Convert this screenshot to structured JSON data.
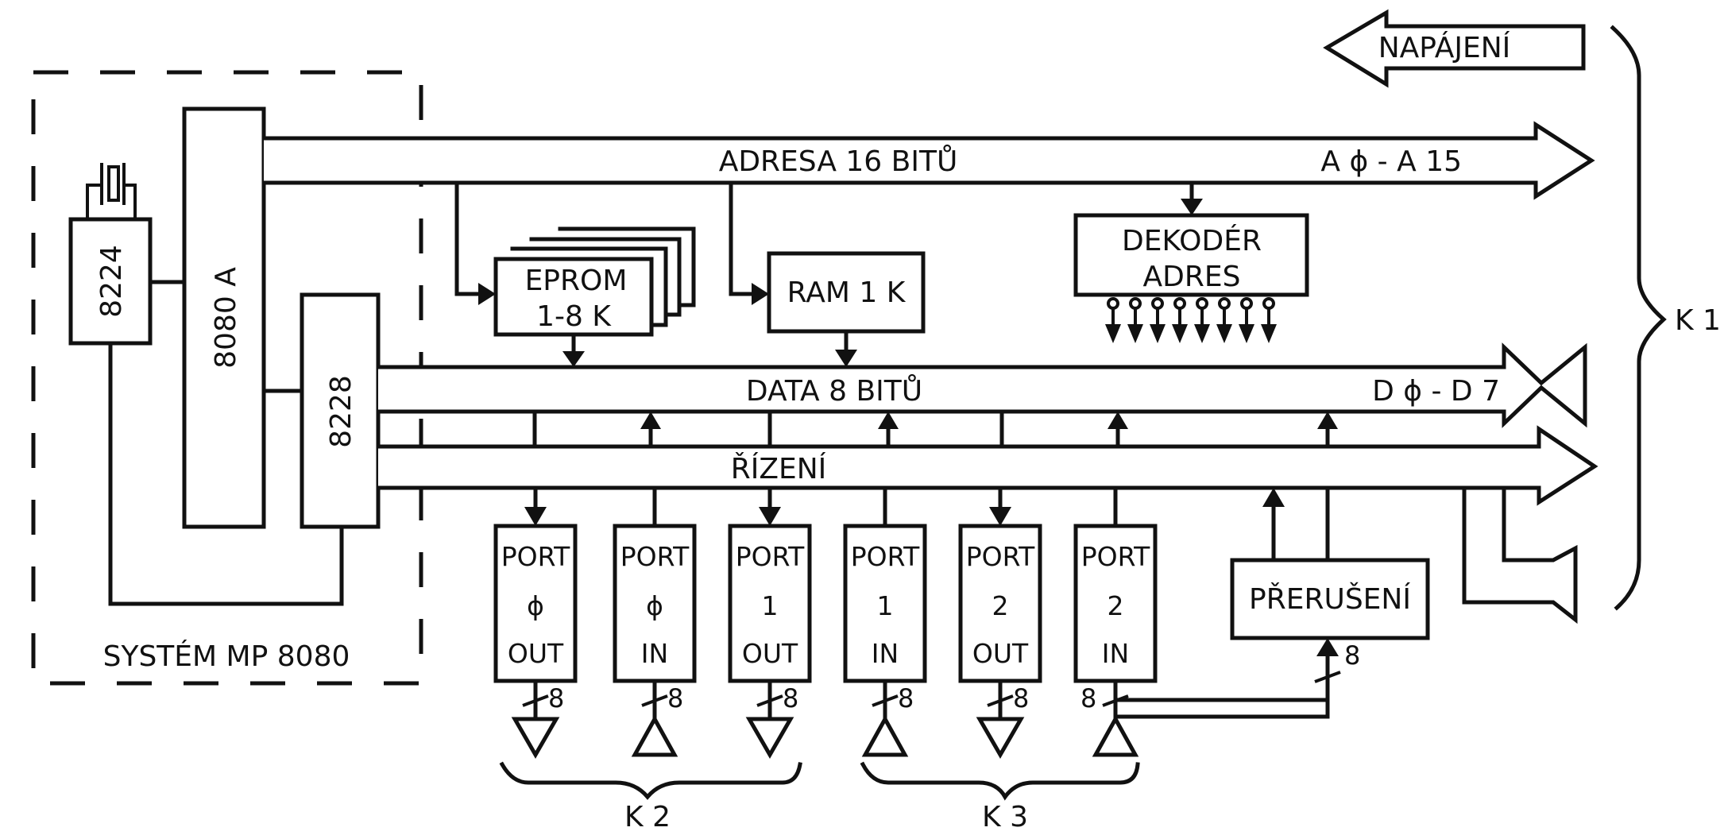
{
  "title": "Blokové schéma systému MP 8080",
  "system_block": {
    "label": "SYSTÉM MP 8080",
    "chips": {
      "clock": "8224",
      "cpu": "8080 A",
      "controller": "8228"
    }
  },
  "buses": {
    "address": {
      "label": "ADRESA 16 BITŮ",
      "range": "A ϕ - A 15"
    },
    "data": {
      "label": "DATA 8 BITŮ",
      "range": "D ϕ - D 7"
    },
    "control": {
      "label": "ŘÍZENÍ"
    }
  },
  "power": {
    "label": "NAPÁJENÍ"
  },
  "memory": {
    "eprom": {
      "line1": "EPROM",
      "line2": "1-8 K"
    },
    "ram": {
      "label": "RAM 1 K"
    }
  },
  "decoder": {
    "line1": "DEKODÉR",
    "line2": "ADRES",
    "outputs": 8
  },
  "ports": [
    {
      "line1": "PORT",
      "line2": "ϕ",
      "line3": "OUT",
      "direction": "out",
      "width": "8"
    },
    {
      "line1": "PORT",
      "line2": "ϕ",
      "line3": "IN",
      "direction": "in",
      "width": "8"
    },
    {
      "line1": "PORT",
      "line2": "1",
      "line3": "OUT",
      "direction": "out",
      "width": "8"
    },
    {
      "line1": "PORT",
      "line2": "1",
      "line3": "IN",
      "direction": "in",
      "width": "8"
    },
    {
      "line1": "PORT",
      "line2": "2",
      "line3": "OUT",
      "direction": "out",
      "width": "8"
    },
    {
      "line1": "PORT",
      "line2": "2",
      "line3": "IN",
      "direction": "in",
      "width": "8"
    }
  ],
  "interrupt": {
    "label": "PŘERUŠENÍ",
    "width": "8"
  },
  "connectors": {
    "k1": "K 1",
    "k2": "K 2",
    "k3": "K 3"
  }
}
